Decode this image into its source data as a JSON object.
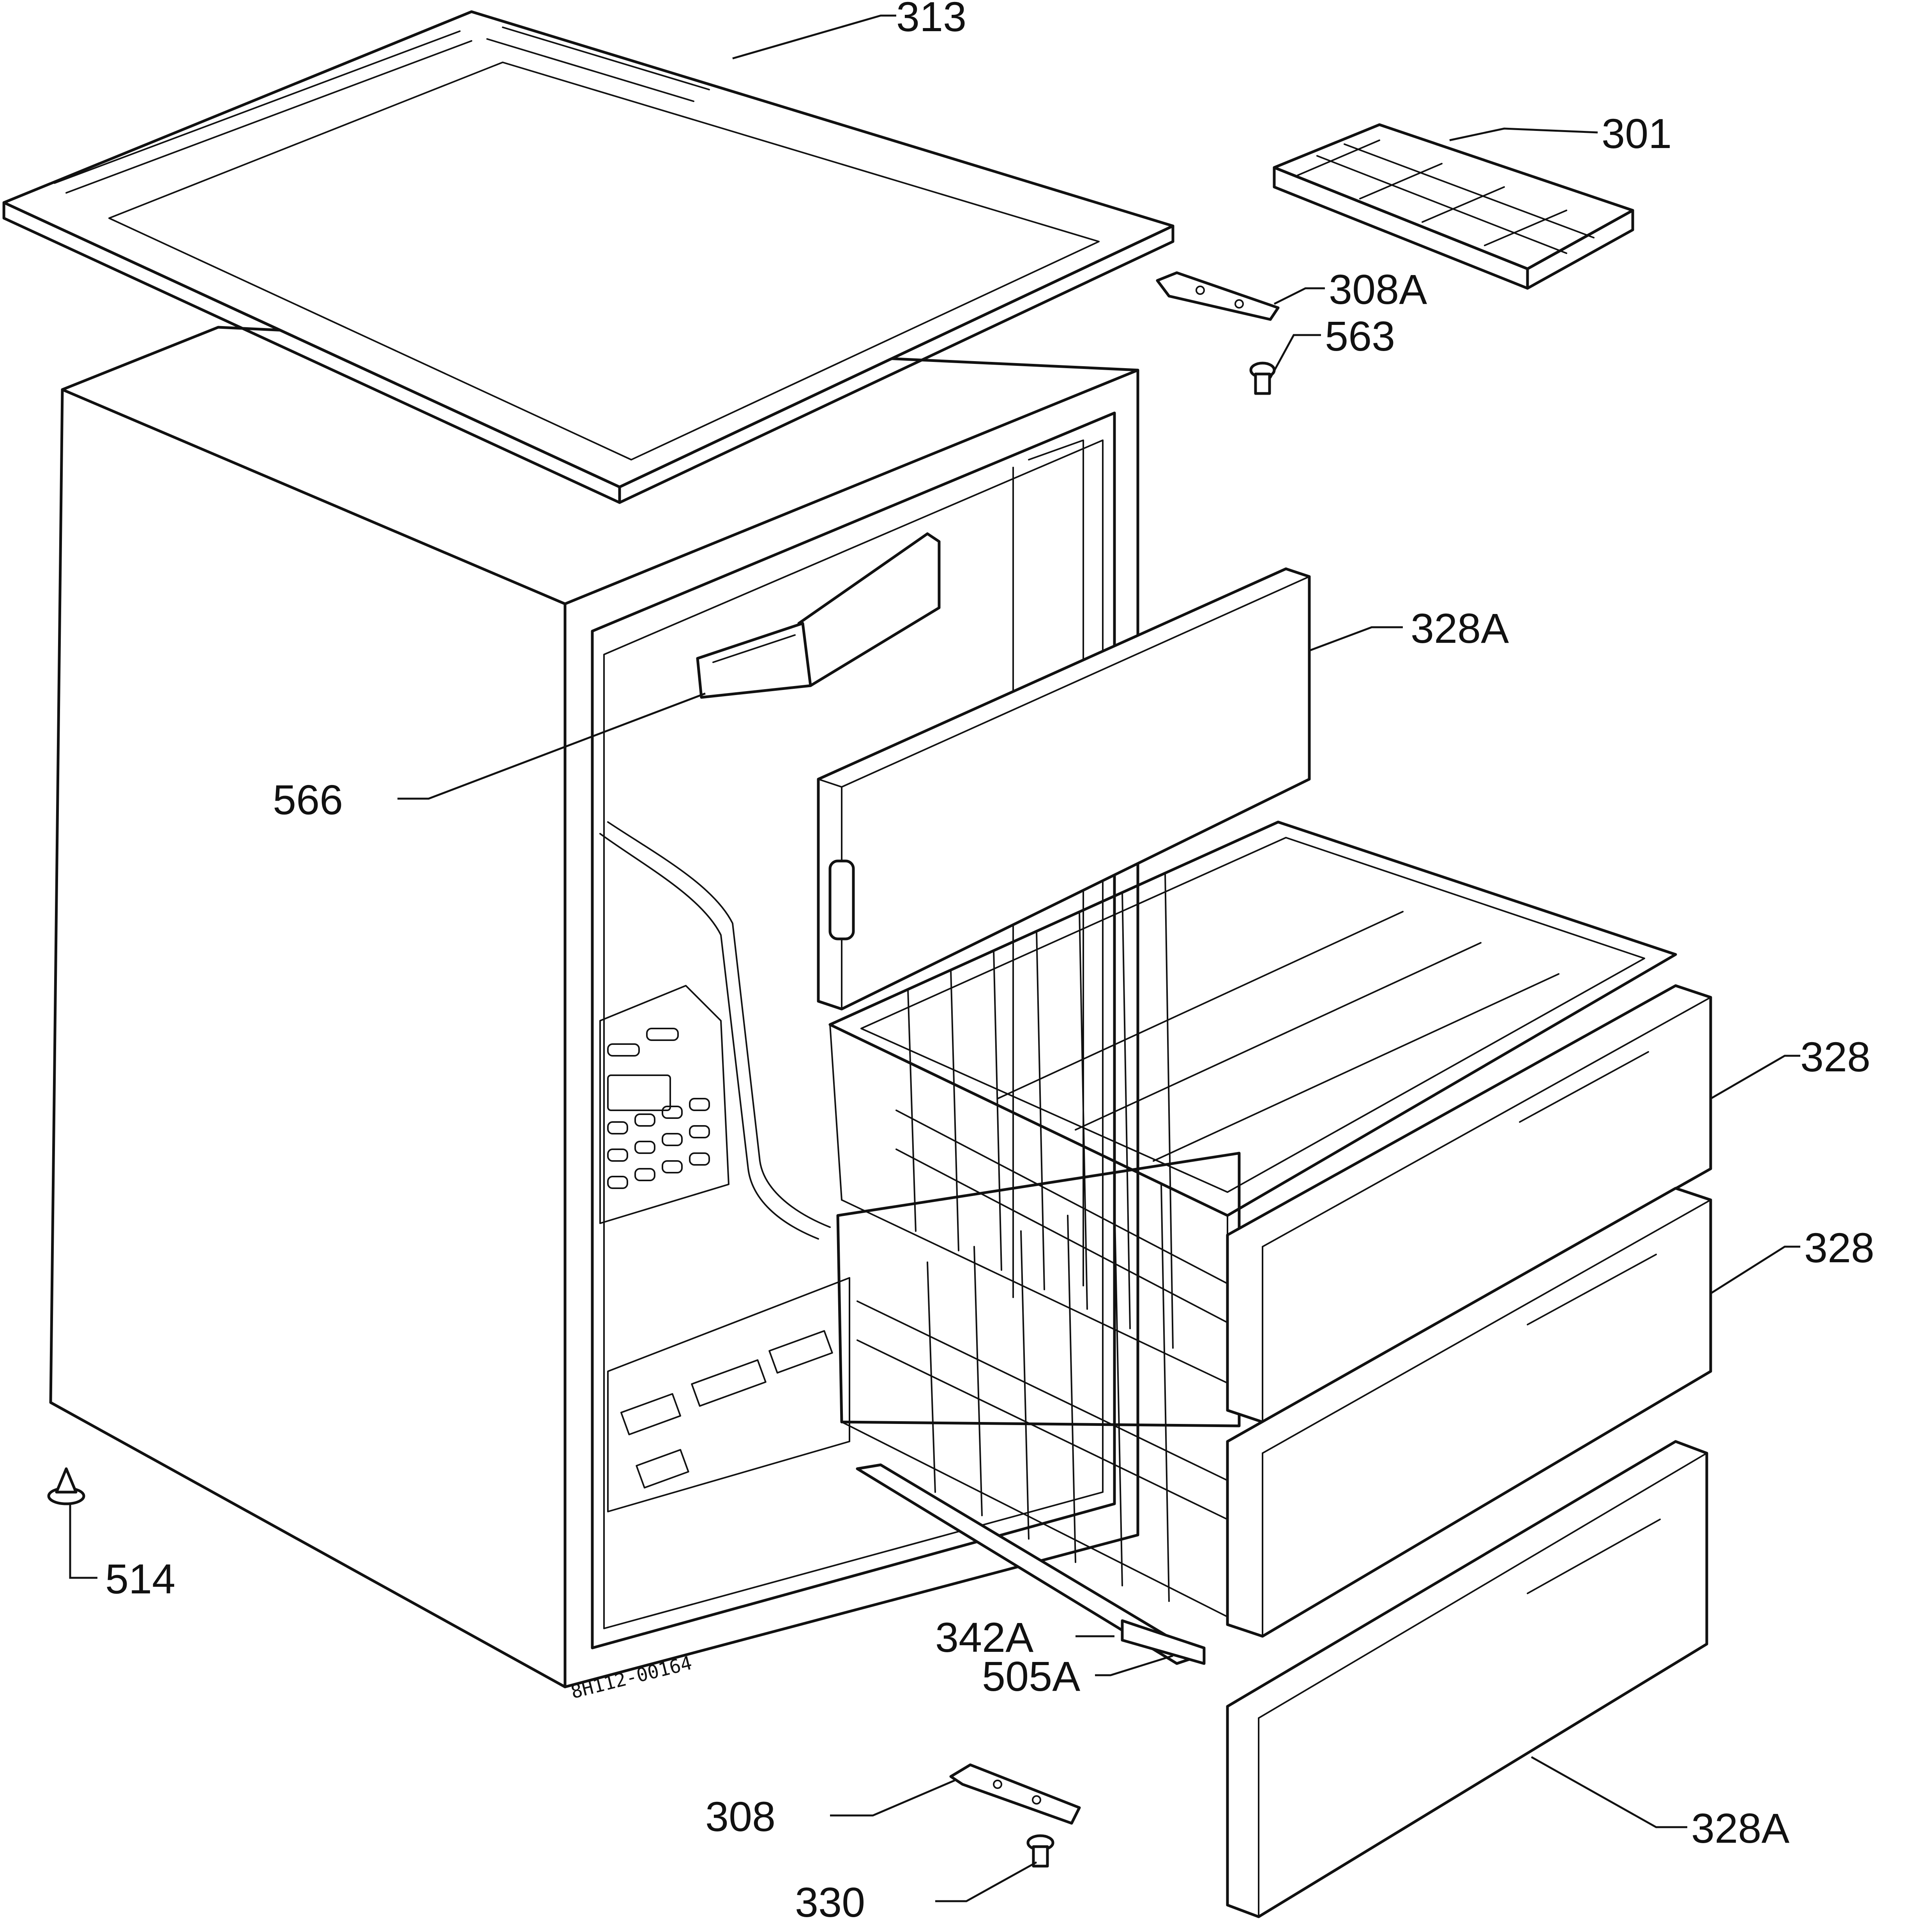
{
  "diagram": {
    "drawing_code": "8H112-00164",
    "callouts": [
      {
        "id": "313",
        "label": "313"
      },
      {
        "id": "301",
        "label": "301"
      },
      {
        "id": "308A",
        "label": "308A"
      },
      {
        "id": "563",
        "label": "563"
      },
      {
        "id": "328A-top",
        "label": "328A"
      },
      {
        "id": "566",
        "label": "566"
      },
      {
        "id": "328-upper",
        "label": "328"
      },
      {
        "id": "328-lower",
        "label": "328"
      },
      {
        "id": "514",
        "label": "514"
      },
      {
        "id": "342A",
        "label": "342A"
      },
      {
        "id": "505A",
        "label": "505A"
      },
      {
        "id": "308",
        "label": "308"
      },
      {
        "id": "330",
        "label": "330"
      },
      {
        "id": "328A-bottom",
        "label": "328A"
      }
    ]
  }
}
